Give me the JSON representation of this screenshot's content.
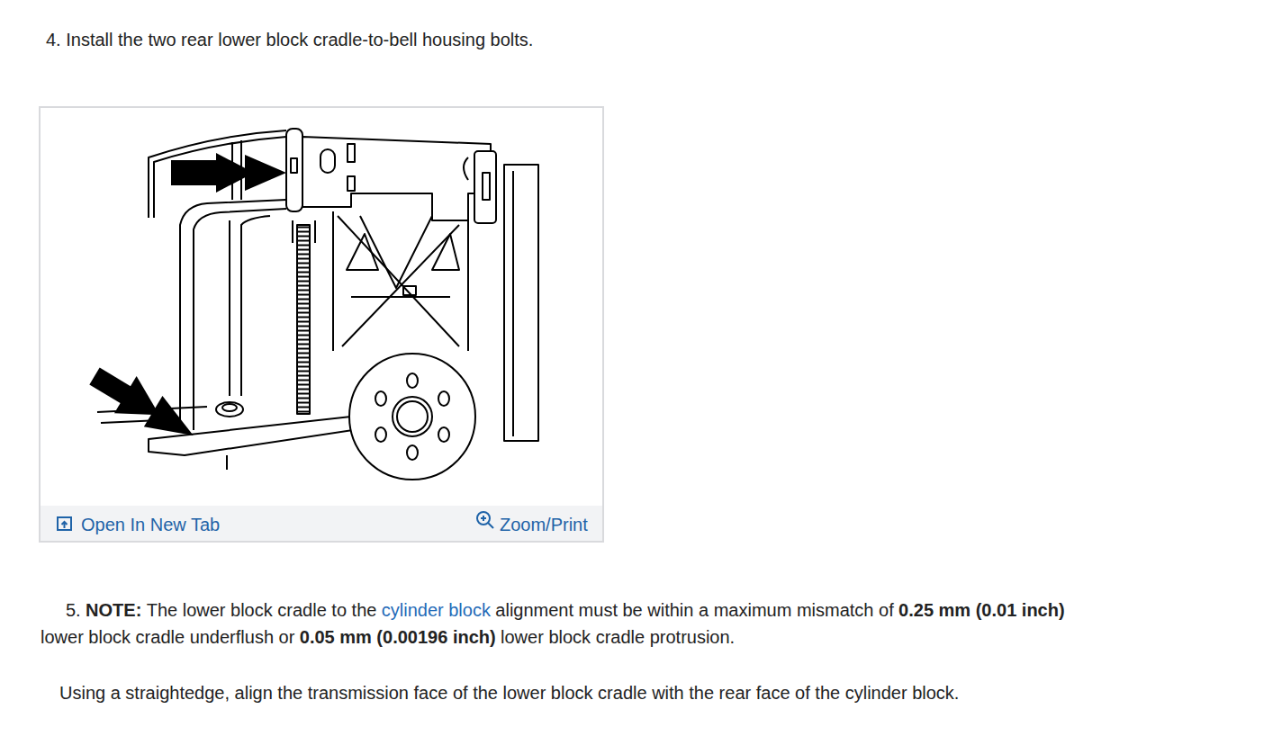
{
  "diagram": {
    "labels": [
      "4. Install the two rear lower block cradle-to-bell housing bolts.",
      "Open In New Tab",
      "Zoom/Print",
      "5.",
      "NOTE:",
      "The lower block cradle to the",
      "cylinder block",
      "alignment must be within a maximum mismatch of",
      "0.25 mm (0.01 inch)",
      "lower block cradle underflush or",
      "0.05 mm (0.00196 inch)",
      "lower block cradle protrusion.",
      "Using a straightedge, align the transmission face of the lower block cradle with the rear face of the cylinder block."
    ]
  }
}
